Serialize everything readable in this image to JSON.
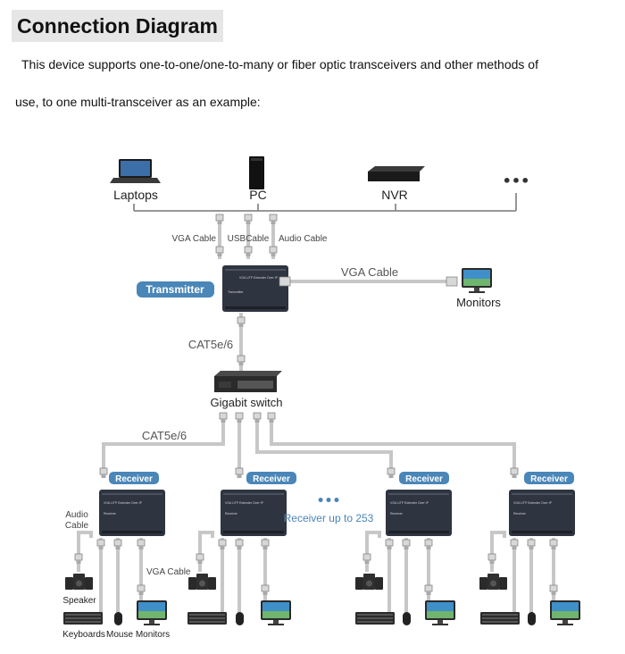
{
  "header": {
    "title": "Connection Diagram"
  },
  "intro": {
    "line1": "This device supports one-to-one/one-to-many or fiber optic transceivers and other methods of",
    "line2": "use, to one multi-transceiver as an example:"
  },
  "diagram": {
    "sources": {
      "laptops": "Laptops",
      "pc": "PC",
      "nvr": "NVR",
      "more": "•••"
    },
    "cables": {
      "vga": "VGA Cable",
      "usb": "USBCable",
      "audio": "Audio Cable",
      "vga_big": "VGA Cable",
      "cat_top": "CAT5e/6",
      "cat_left": "CAT5e/6",
      "audio_rx_1": "Audio",
      "audio_rx_2": "Cable",
      "vga_rx": "VGA Cable"
    },
    "transmitter": {
      "badge": "Transmitter",
      "device_line1": "VGA UTP Extender Over IP",
      "device_line2": "Transmitter"
    },
    "monitors_top": "Monitors",
    "switch": {
      "label": "Gigabit switch"
    },
    "receiver": {
      "badge": "Receiver",
      "device_line1": "VGA UTP Extender Over IP",
      "device_line2": "Receiver"
    },
    "receiver_more": "Receiver up to 253",
    "peripherals": {
      "speaker": "Speaker",
      "keyboards": "Keyboards",
      "mouse": "Mouse",
      "monitors": "Monitors"
    }
  },
  "colors": {
    "badge": "#4a86b8",
    "badge_text": "#ffffff",
    "device": "#2e3440",
    "wire": "#9a9a9a",
    "accent_text": "#4a86b8"
  }
}
